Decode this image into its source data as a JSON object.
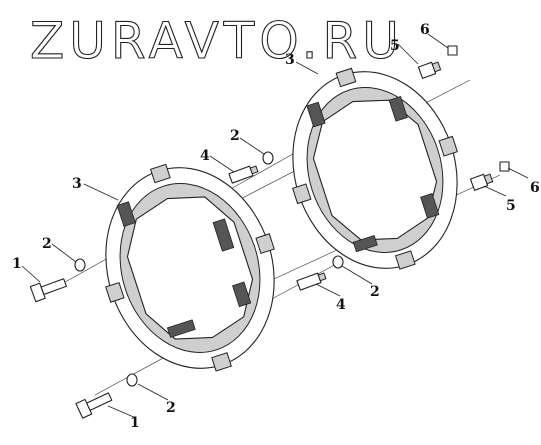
{
  "watermark": {
    "text": "ZURAVTO.RU"
  },
  "diagram": {
    "callouts": {
      "c1a": "1",
      "c1b": "1",
      "c2a": "2",
      "c2b": "2",
      "c2c": "2",
      "c2d": "2",
      "c3a": "3",
      "c3b": "3",
      "c4a": "4",
      "c4b": "4",
      "c5a": "5",
      "c5b": "5",
      "c6a": "6",
      "c6b": "6"
    }
  }
}
